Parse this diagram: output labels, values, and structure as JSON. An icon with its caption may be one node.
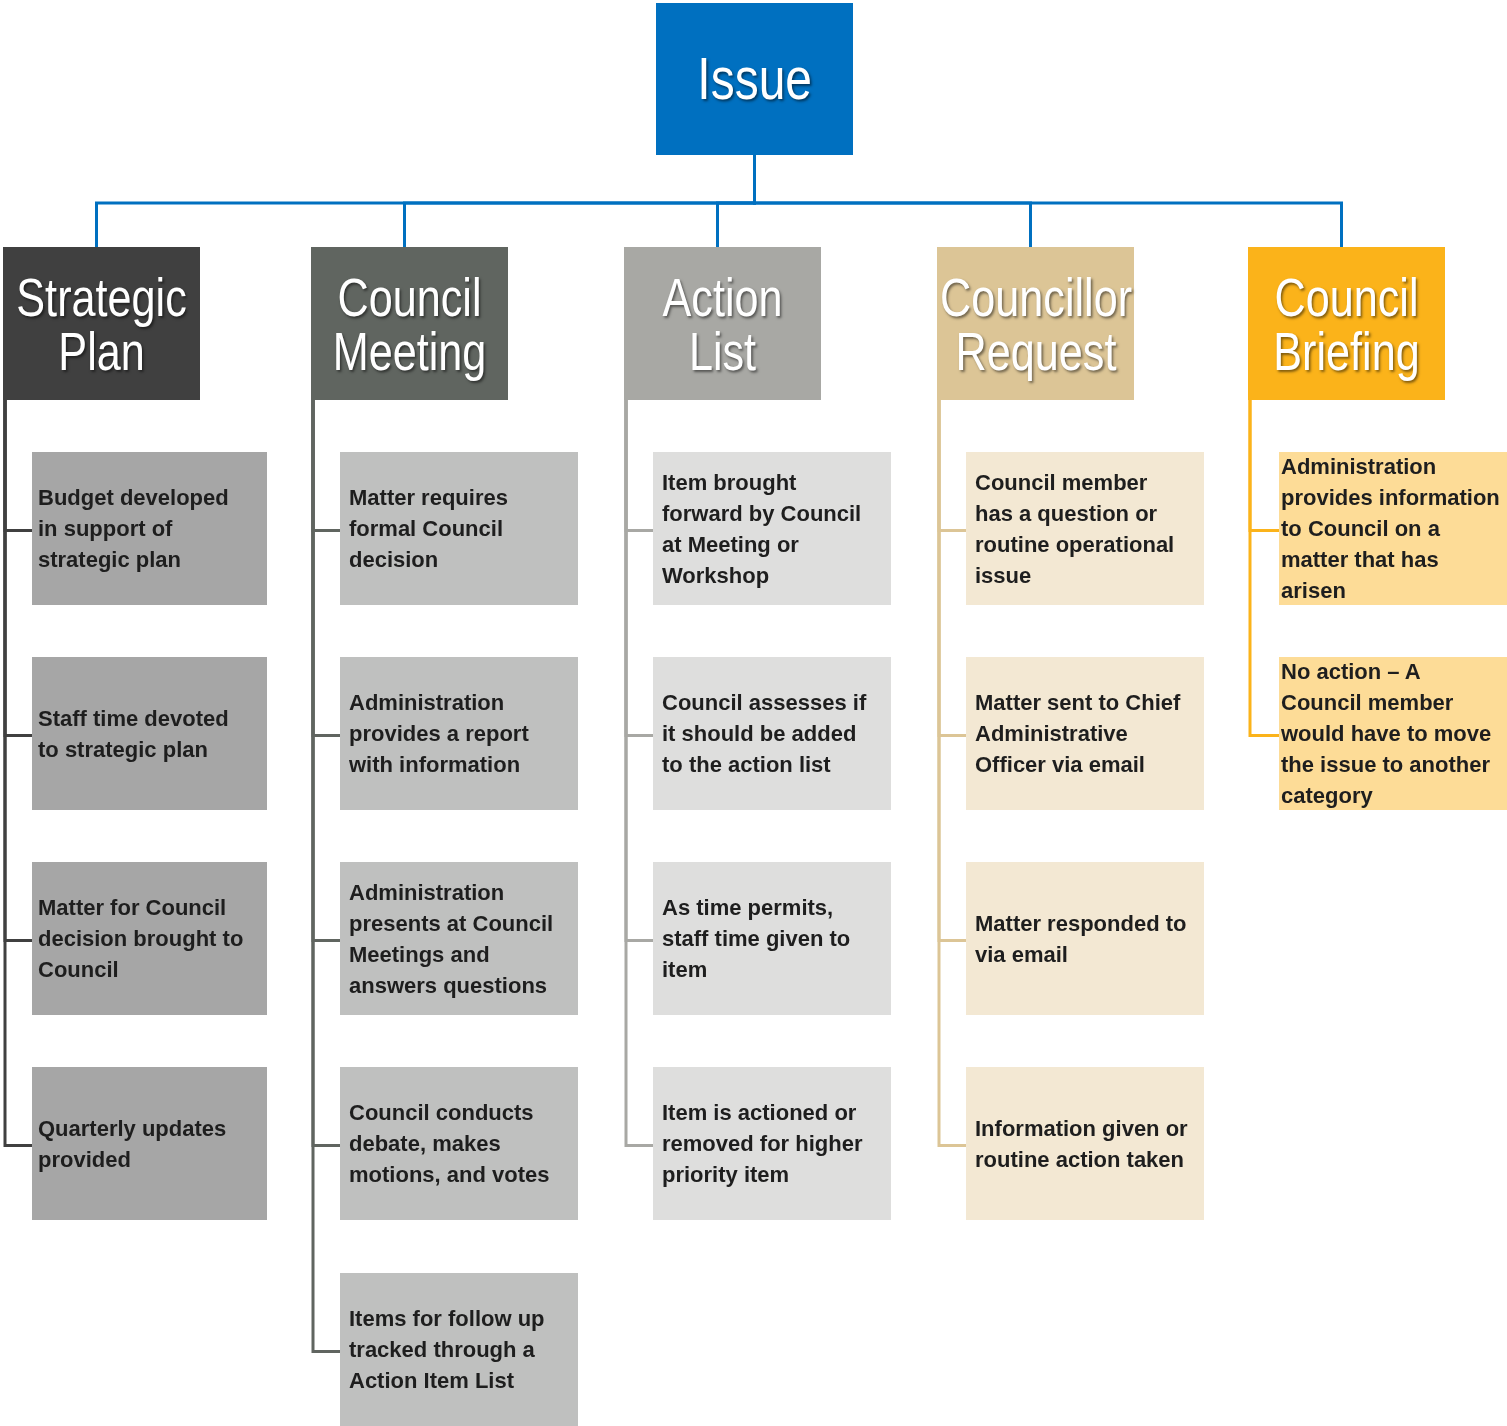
{
  "diagram": {
    "nodes": [
      {
        "text": [
          "Issue"
        ]
      },
      {
        "text": [
          "Strategic Plan"
        ]
      },
      {
        "text": [
          "Council Meeting"
        ]
      },
      {
        "text": [
          "Action List"
        ]
      },
      {
        "text": [
          "Councillor Request"
        ]
      },
      {
        "text": [
          "Council Briefing"
        ]
      },
      {
        "text": [
          "Budget developed in support of strategic plan"
        ]
      },
      {
        "text": [
          "Staff time devoted to strategic plan"
        ]
      },
      {
        "text": [
          "Matter for Council decision brought to Council"
        ]
      },
      {
        "text": [
          "Quarterly updates provided"
        ]
      },
      {
        "text": [
          "Matter requires formal Council decision"
        ]
      },
      {
        "text": [
          "Administration provides a report with information"
        ]
      },
      {
        "text": [
          "Administration presents at Council Meetings and answers questions"
        ]
      },
      {
        "text": [
          "Council conducts debate, makes motions, and votes"
        ]
      },
      {
        "text": [
          "Items for follow up tracked through a Action Item List"
        ]
      },
      {
        "text": [
          "Item brought forward by Council at Meeting or Workshop"
        ]
      },
      {
        "text": [
          "Council assesses if it should be added to the action list"
        ]
      },
      {
        "text": [
          "As time permits, staff time given to item"
        ]
      },
      {
        "text": [
          "Item is actioned or removed for higher priority item"
        ]
      },
      {
        "text": [
          "Council member has a question or routine operational issue"
        ]
      },
      {
        "text": [
          "Matter sent to Chief Administrative Officer via email"
        ]
      },
      {
        "text": [
          "Matter responded to via email"
        ]
      },
      {
        "text": [
          "Information given or routine action taken"
        ]
      },
      {
        "text": [
          "Administration provides information to Council on a matter that has arisen"
        ]
      },
      {
        "text": [
          "No action – A Council member would have to move the issue to another category"
        ]
      }
    ],
    "edges": [
      {
        "from": 0,
        "to": 1,
        "arrow": "none",
        "color": "#0070c0"
      },
      {
        "from": 0,
        "to": 2,
        "arrow": "none",
        "color": "#0070c0"
      },
      {
        "from": 0,
        "to": 3,
        "arrow": "none",
        "color": "#0070c0"
      },
      {
        "from": 0,
        "to": 4,
        "arrow": "none",
        "color": "#0070c0"
      },
      {
        "from": 0,
        "to": 5,
        "arrow": "none",
        "color": "#0070c0"
      },
      {
        "from": 1,
        "to": 6,
        "arrow": "none",
        "color": "#404040"
      },
      {
        "from": 1,
        "to": 7,
        "arrow": "none",
        "color": "#404040"
      },
      {
        "from": 1,
        "to": 8,
        "arrow": "none",
        "color": "#404040"
      },
      {
        "from": 1,
        "to": 9,
        "arrow": "none",
        "color": "#404040"
      },
      {
        "from": 2,
        "to": 10,
        "arrow": "none",
        "color": "#606560"
      },
      {
        "from": 2,
        "to": 11,
        "arrow": "none",
        "color": "#606560"
      },
      {
        "from": 2,
        "to": 12,
        "arrow": "none",
        "color": "#606560"
      },
      {
        "from": 2,
        "to": 13,
        "arrow": "none",
        "color": "#606560"
      },
      {
        "from": 2,
        "to": 14,
        "arrow": "none",
        "color": "#606560"
      },
      {
        "from": 3,
        "to": 15,
        "arrow": "none",
        "color": "#a8a8a4"
      },
      {
        "from": 3,
        "to": 16,
        "arrow": "none",
        "color": "#a8a8a4"
      },
      {
        "from": 3,
        "to": 17,
        "arrow": "none",
        "color": "#a8a8a4"
      },
      {
        "from": 3,
        "to": 18,
        "arrow": "none",
        "color": "#a8a8a4"
      },
      {
        "from": 4,
        "to": 19,
        "arrow": "none",
        "color": "#dcc596"
      },
      {
        "from": 4,
        "to": 20,
        "arrow": "none",
        "color": "#dcc596"
      },
      {
        "from": 4,
        "to": 21,
        "arrow": "none",
        "color": "#dcc596"
      },
      {
        "from": 4,
        "to": 22,
        "arrow": "none",
        "color": "#dcc596"
      },
      {
        "from": 5,
        "to": 23,
        "arrow": "none",
        "color": "#fbb31a"
      },
      {
        "from": 5,
        "to": 24,
        "arrow": "none",
        "color": "#fbb31a"
      }
    ]
  }
}
